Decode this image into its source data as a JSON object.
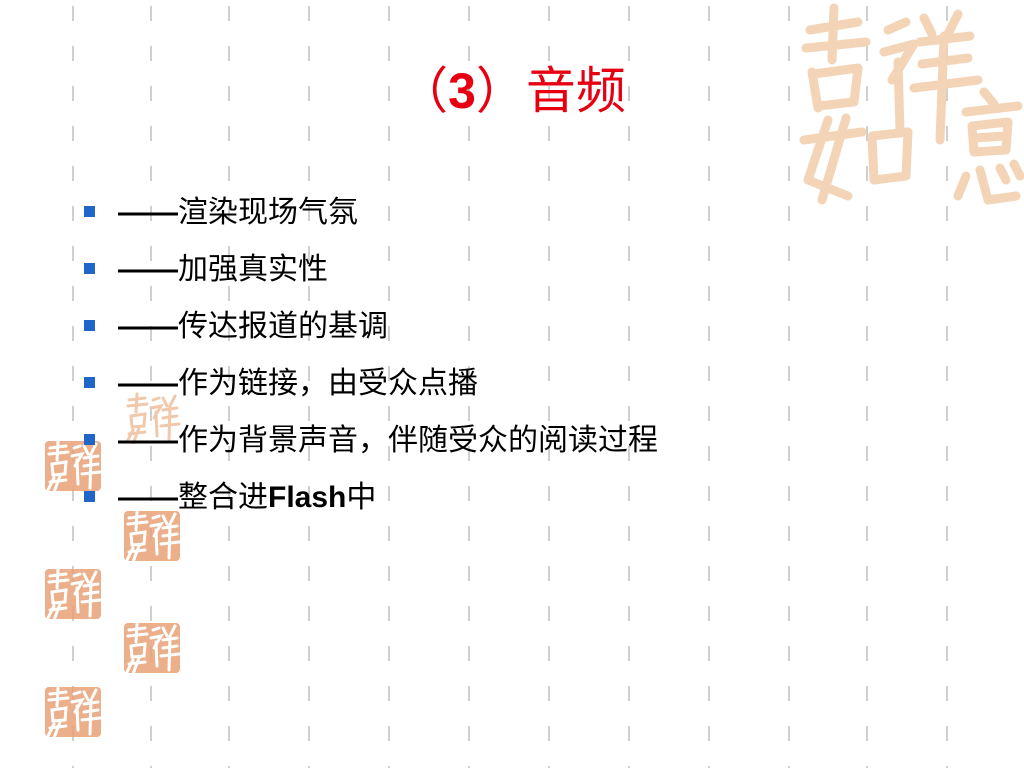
{
  "slide": {
    "title_prefix": "（",
    "title_number": "3",
    "title_suffix": "）音频",
    "bullets": [
      {
        "dash": "——",
        "text": "渲染现场气氛",
        "latin": "",
        "tail": ""
      },
      {
        "dash": "——",
        "text": "加强真实性",
        "latin": "",
        "tail": ""
      },
      {
        "dash": "——",
        "text": "传达报道的基调",
        "latin": "",
        "tail": ""
      },
      {
        "dash": "——",
        "text": "作为链接，由受众点播",
        "latin": "",
        "tail": ""
      },
      {
        "dash": "——",
        "text": "作为背景声音，伴随受众的阅读过程",
        "latin": "",
        "tail": ""
      },
      {
        "dash": "——",
        "text": "整合进",
        "latin": "Flash",
        "tail": "中"
      }
    ]
  },
  "decor": {
    "logo_big": "吉祥如意",
    "stamp_text": "吉祥如意",
    "colors": {
      "title": "#e60012",
      "bullet_marker": "#1f66c8",
      "logo": "#f3d2b4",
      "stamp": "#e8a277",
      "grid": "#cfcfcf"
    }
  }
}
